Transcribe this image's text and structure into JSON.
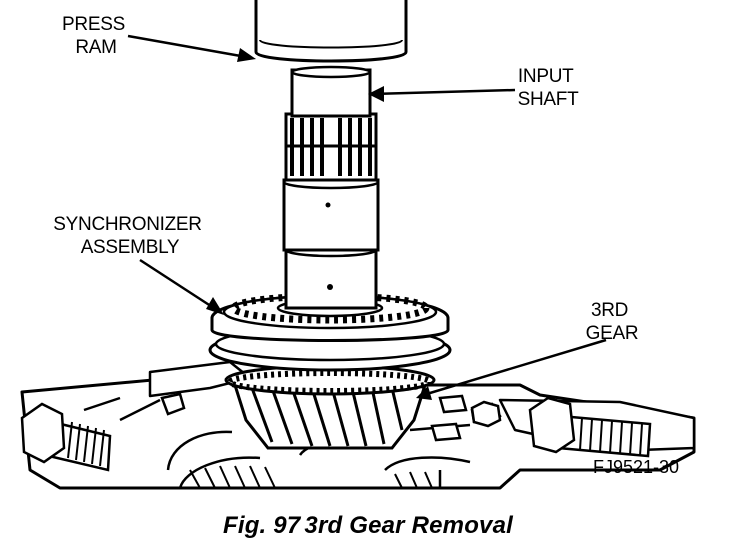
{
  "labels": {
    "press_ram": [
      "PRESS",
      "RAM"
    ],
    "input_shaft": [
      "INPUT",
      "SHAFT"
    ],
    "synchronizer_assembly": [
      "SYNCHRONIZER",
      "ASSEMBLY"
    ],
    "third_gear": [
      "3RD",
      "GEAR"
    ]
  },
  "figure_id": "FJ9521-30",
  "caption": {
    "number": "Fig. 97",
    "title": "3rd Gear Removal"
  }
}
